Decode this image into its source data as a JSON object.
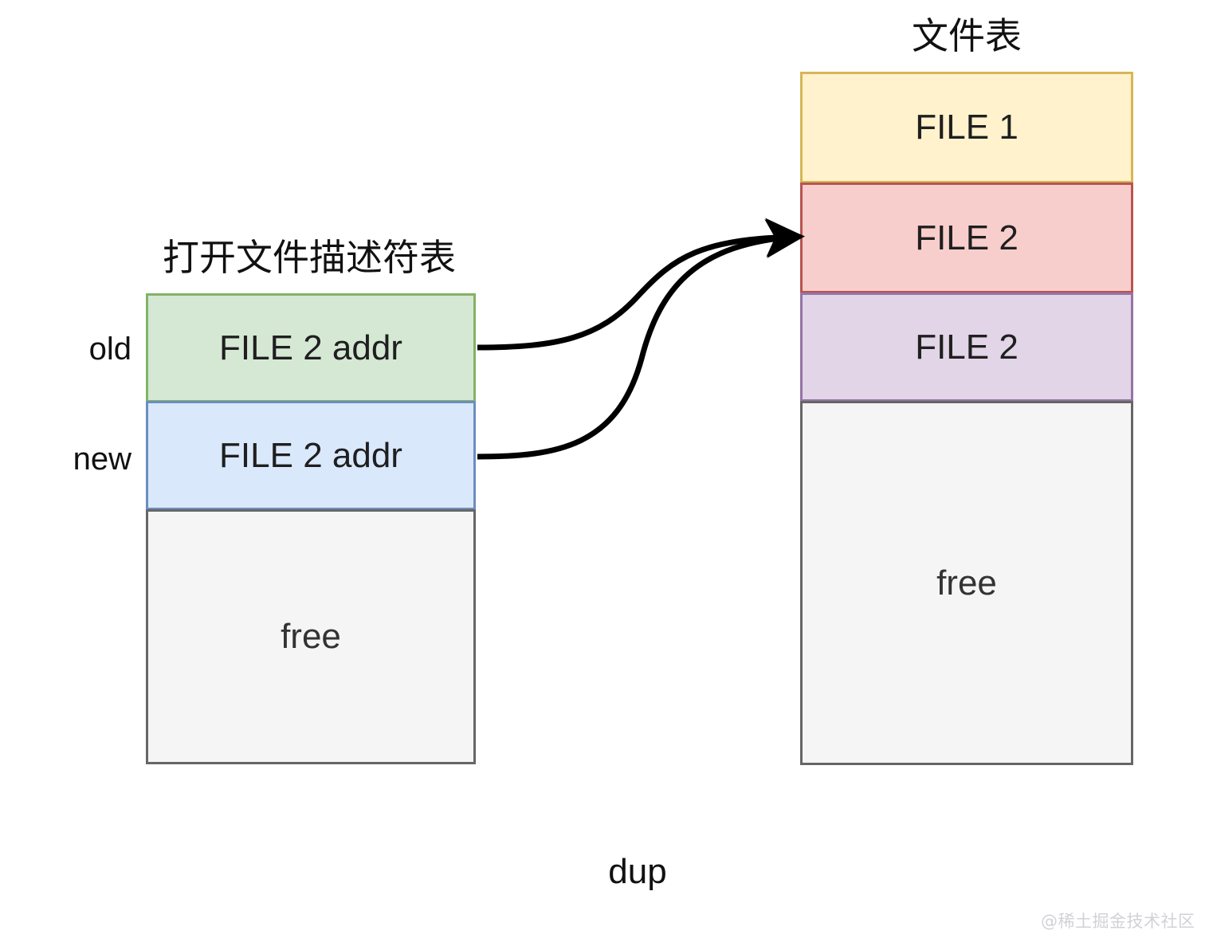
{
  "diagram": {
    "caption": "dup",
    "watermark": "@稀土掘金技术社区"
  },
  "fd_table": {
    "title": "打开文件描述符表",
    "row_labels": {
      "old": "old",
      "new": "new"
    },
    "rows": [
      {
        "label": "FILE 2 addr",
        "color": "#d5e8d4",
        "border": "#82b366",
        "slot": "old"
      },
      {
        "label": "FILE 2 addr",
        "color": "#dae8fc",
        "border": "#6c8ebf",
        "slot": "new"
      },
      {
        "label": "free",
        "color": "#f5f5f5",
        "border": "#666666",
        "slot": "free"
      }
    ]
  },
  "file_table": {
    "title": "文件表",
    "rows": [
      {
        "label": "FILE 1",
        "color": "#fff2cc",
        "border": "#d6b656"
      },
      {
        "label": "FILE 2",
        "color": "#f8cecc",
        "border": "#b85450"
      },
      {
        "label": "FILE 2",
        "color": "#e1d5e7",
        "border": "#9673a6"
      },
      {
        "label": "free",
        "color": "#f5f5f5",
        "border": "#666666"
      }
    ]
  },
  "connectors": [
    {
      "from": "old",
      "to": "FILE 2 (red)"
    },
    {
      "from": "new",
      "to": "FILE 2 (red)"
    }
  ]
}
